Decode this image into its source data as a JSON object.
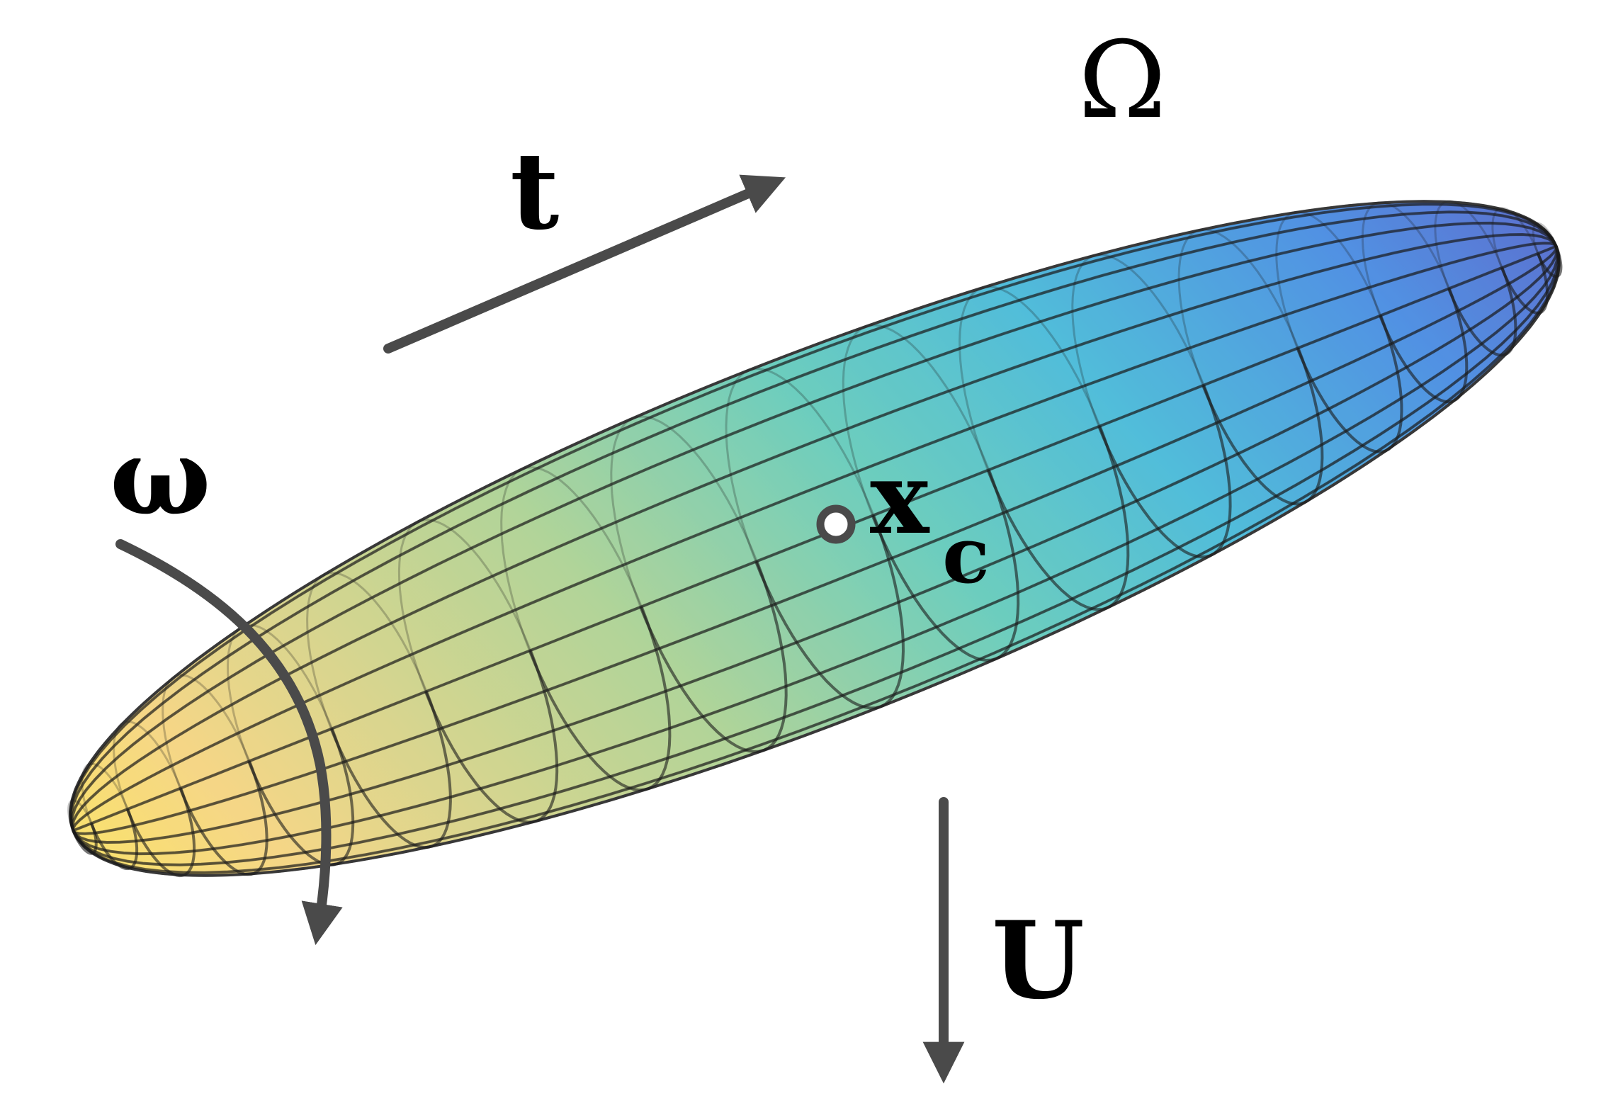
{
  "labels": {
    "domain": "Ω",
    "tangent": "t",
    "angular_velocity": "ω",
    "center": "x",
    "center_subscript": "c",
    "velocity": "U"
  },
  "colors": {
    "arrow": "#4a4a4a",
    "grid": "#1a1a1a",
    "gradient": [
      "#fde74c",
      "#f5d27a",
      "#a9d08e",
      "#5cc8b8",
      "#3fb6d6",
      "#3f86e0",
      "#4a64cc",
      "#4a3a98"
    ]
  },
  "mesh": {
    "meridians": 24,
    "rings": 20
  }
}
